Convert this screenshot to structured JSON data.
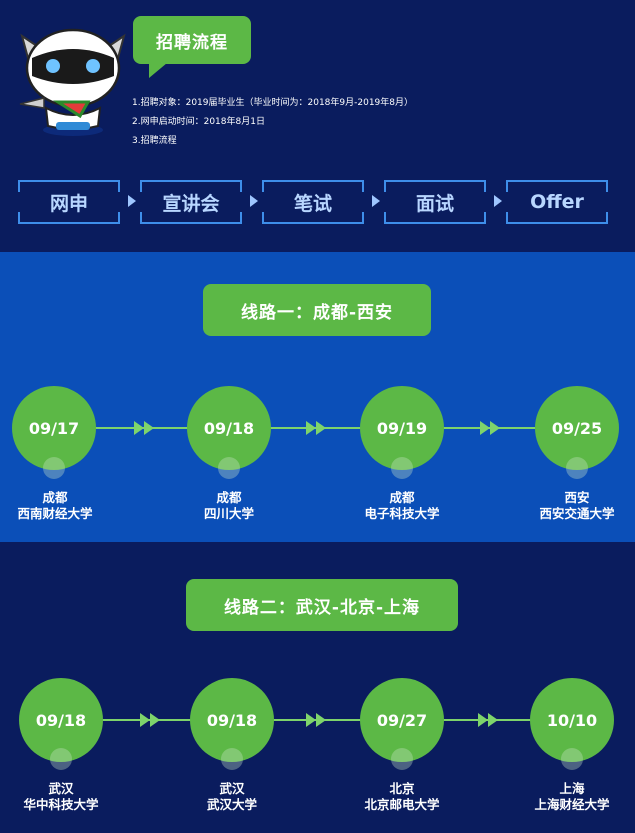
{
  "header": {
    "bubble_title": "招聘流程",
    "info": [
      "1.招聘对象：2019届毕业生（毕业时间为：2018年9月-2019年8月）",
      "2.网申启动时间：2018年8月1日",
      "3.招聘流程"
    ],
    "steps": [
      "网申",
      "宣讲会",
      "笔试",
      "面试",
      "Offer"
    ]
  },
  "route1": {
    "title": "线路一：成都-西安",
    "nodes": [
      {
        "date": "09/17",
        "city": "成都",
        "school": "西南财经大学"
      },
      {
        "date": "09/18",
        "city": "成都",
        "school": "四川大学"
      },
      {
        "date": "09/19",
        "city": "成都",
        "school": "电子科技大学"
      },
      {
        "date": "09/25",
        "city": "西安",
        "school": "西安交通大学"
      }
    ]
  },
  "route2": {
    "title": "线路二：武汉-北京-上海",
    "nodes": [
      {
        "date": "09/18",
        "city": "武汉",
        "school": "华中科技大学"
      },
      {
        "date": "09/18",
        "city": "武汉",
        "school": "武汉大学"
      },
      {
        "date": "09/27",
        "city": "北京",
        "school": "北京邮电大学"
      },
      {
        "date": "10/10",
        "city": "上海",
        "school": "上海财经大学"
      }
    ]
  },
  "colors": {
    "green": "#5cb846",
    "navy": "#0a1c5e",
    "blue": "#0b4fb8",
    "accent": "#3e8eea"
  }
}
